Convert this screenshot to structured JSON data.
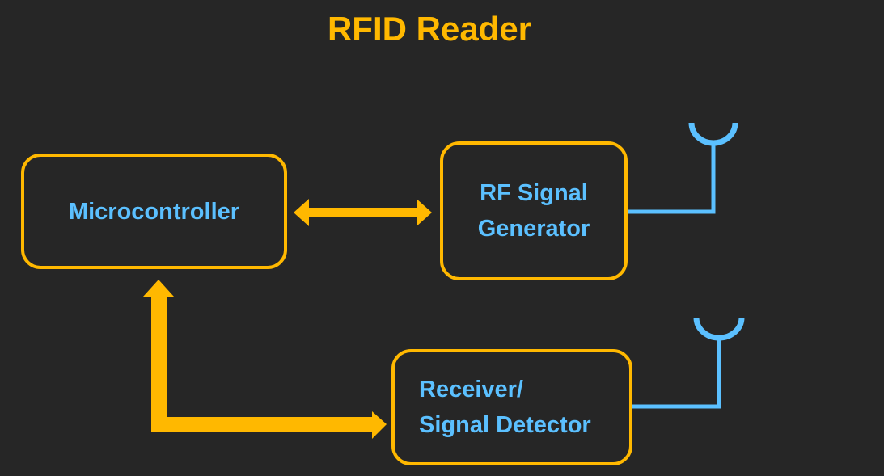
{
  "title": "RFID Reader",
  "colors": {
    "background": "#262626",
    "accent": "#FFB800",
    "text": "#5BC0FF",
    "antenna": "#5BC0FF"
  },
  "blocks": {
    "microcontroller": {
      "lines": [
        "Microcontroller"
      ]
    },
    "rf_generator": {
      "lines": [
        "RF Signal",
        "Generator"
      ]
    },
    "receiver": {
      "lines": [
        "Receiver/",
        "Signal Detector"
      ]
    }
  },
  "connections": [
    {
      "from": "microcontroller",
      "to": "rf_generator",
      "type": "bidirectional-arrow"
    },
    {
      "from": "microcontroller",
      "to": "receiver",
      "type": "bidirectional-elbow-arrow"
    },
    {
      "from": "rf_generator",
      "to": "antenna-1",
      "type": "line"
    },
    {
      "from": "receiver",
      "to": "antenna-2",
      "type": "line"
    }
  ],
  "icons": [
    "antenna-icon",
    "antenna-icon"
  ]
}
